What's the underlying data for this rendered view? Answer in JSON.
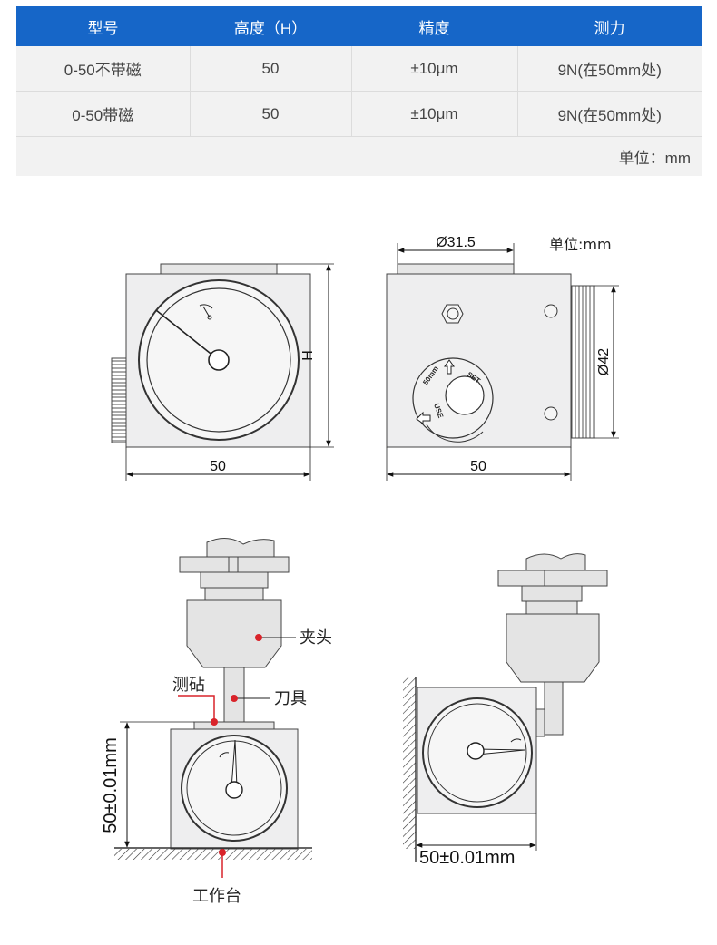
{
  "table": {
    "headers": [
      "型号",
      "高度（H）",
      "精度",
      "测力"
    ],
    "rows": [
      [
        "0-50不带磁",
        "50",
        "±10μm",
        "9N(在50mm处)"
      ],
      [
        "0-50带磁",
        "50",
        "±10μm",
        "9N(在50mm处)"
      ]
    ],
    "unit": "单位：mm"
  },
  "drawing": {
    "front_width": "50",
    "height_label": "H",
    "side_width": "50",
    "top_dia": "Ø31.5",
    "knob_dia": "Ø42",
    "unit": "单位:mm",
    "dial_50mm": "50mm",
    "dial_set": "SET",
    "dial_use": "USE"
  },
  "usage": {
    "chuck": "夹头",
    "anvil": "测砧",
    "tool": "刀具",
    "height": "50±0.01mm",
    "table": "工作台",
    "side_dim": "50±0.01mm"
  },
  "colors": {
    "header": "#1666c8",
    "marker": "#d9232a",
    "body": "#eeeeef"
  }
}
